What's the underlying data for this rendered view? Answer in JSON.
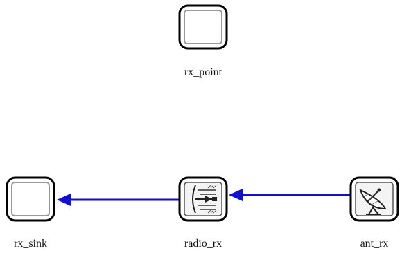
{
  "diagram": {
    "nodes": [
      {
        "id": "rx_point",
        "label": "rx_point",
        "icon": "empty-box-icon"
      },
      {
        "id": "rx_sink",
        "label": "rx_sink",
        "icon": "empty-box-icon"
      },
      {
        "id": "radio_rx",
        "label": "radio_rx",
        "icon": "radio-receiver-icon"
      },
      {
        "id": "ant_rx",
        "label": "ant_rx",
        "icon": "satellite-dish-icon"
      }
    ],
    "edges": [
      {
        "from": "radio_rx",
        "to": "rx_sink",
        "color": "#1010d0"
      },
      {
        "from": "ant_rx",
        "to": "radio_rx",
        "color": "#1010d0"
      }
    ]
  }
}
